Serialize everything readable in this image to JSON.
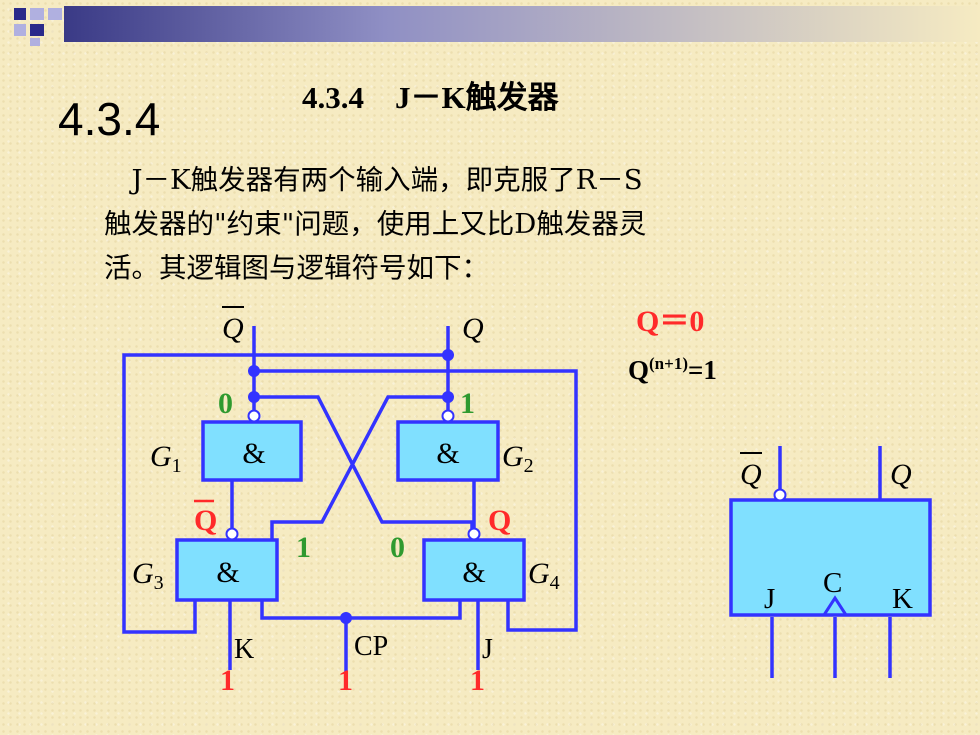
{
  "section_number": "4.3.4",
  "title": "4.3.4　J－K触发器",
  "paragraph_lines": [
    "　J－K触发器有两个输入端，即克服了R－S",
    "触发器的\"约束\"问题，使用上又比D触发器灵",
    "活。其逻辑图与逻辑符号如下："
  ],
  "state": {
    "q_label": "Q＝0",
    "next_prefix": "Q",
    "next_sup": "(n+1)",
    "next_suffix": "=1"
  },
  "diagram": {
    "out_qbar": "Q",
    "out_q": "Q",
    "gate_symbol": "&",
    "gates": [
      "G1",
      "G2",
      "G3",
      "G4"
    ],
    "g_label": "G",
    "sub": [
      "1",
      "2",
      "3",
      "4"
    ],
    "values": {
      "g1_out": "0",
      "g2_out": "1",
      "g3_out_label": "Q",
      "g4_out_label": "Q",
      "g3_to_g1": "1",
      "g4_to_g2": "0",
      "k": "1",
      "cp": "1",
      "j": "1"
    },
    "inputs": {
      "k": "K",
      "cp": "CP",
      "j": "J"
    }
  },
  "symbol": {
    "qbar": "Q",
    "q": "Q",
    "j": "J",
    "c": "C",
    "k": "K"
  },
  "colors": {
    "wire": "#3333ff",
    "gate_fill": "#80e0ff",
    "value_red": "#ff2a2a",
    "value_green": "#2f9a2f"
  }
}
